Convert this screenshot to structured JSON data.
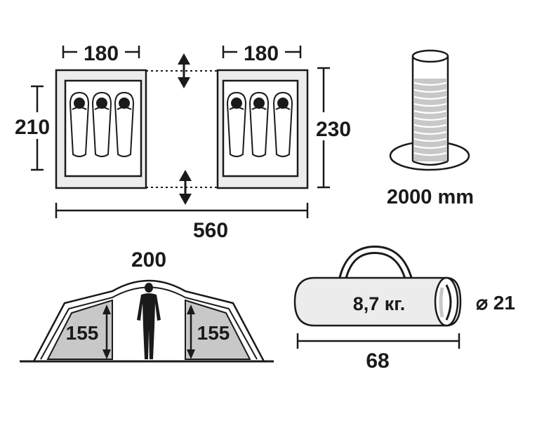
{
  "floorplan": {
    "left_room_width": "180",
    "right_room_width": "180",
    "left_height": "210",
    "right_height": "230",
    "total_length": "560"
  },
  "waterproof": {
    "label": "2000 mm"
  },
  "side_view": {
    "center_height": "200",
    "left_room_height": "155",
    "right_room_height": "155"
  },
  "pack": {
    "weight": "8,7 кг.",
    "diameter": "⌀ 21",
    "length": "68"
  },
  "colors": {
    "line": "#1a1a1a",
    "fill_light": "#e8e8e8",
    "fill_mid": "#c8c8c8"
  }
}
